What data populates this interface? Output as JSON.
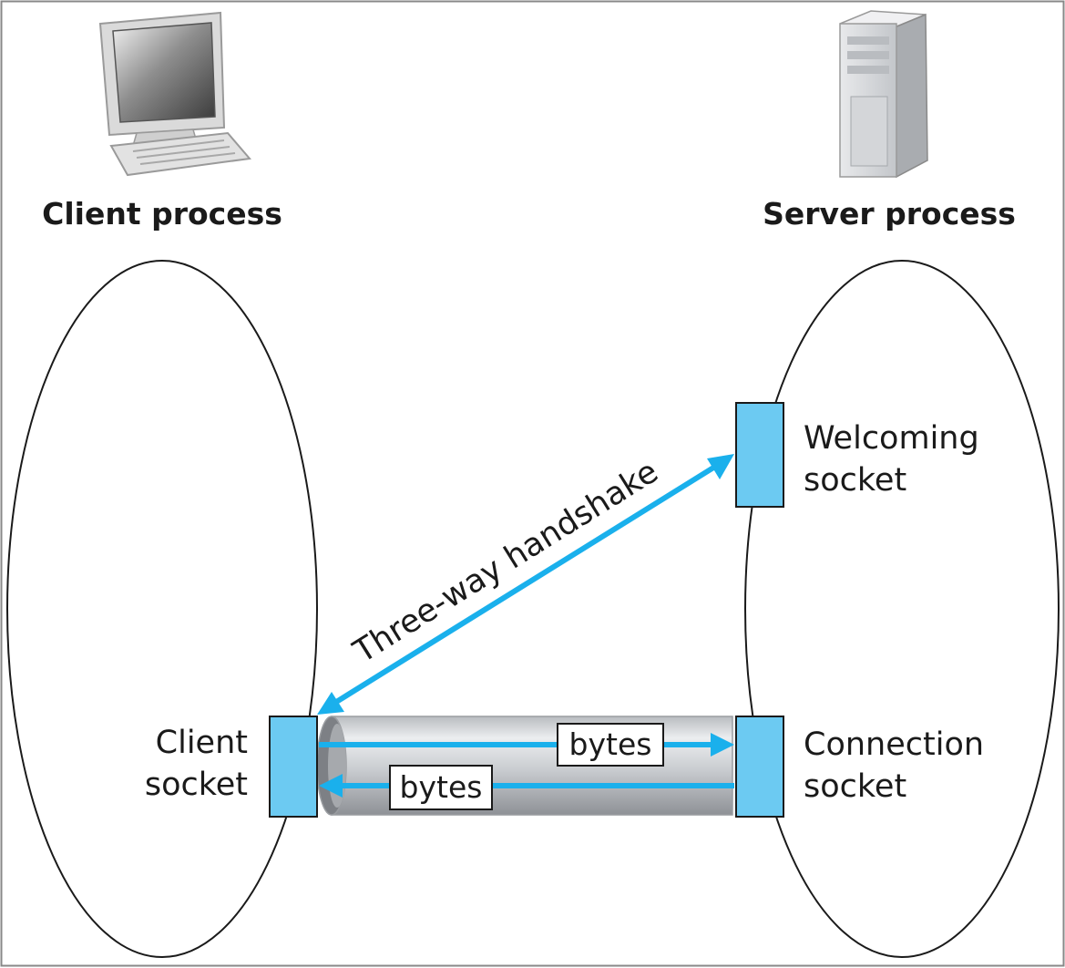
{
  "client": {
    "title": "Client process",
    "socket_line1": "Client",
    "socket_line2": "socket"
  },
  "server": {
    "title": "Server process",
    "welcoming_line1": "Welcoming",
    "welcoming_line2": "socket",
    "connection_line1": "Connection",
    "connection_line2": "socket"
  },
  "handshake": {
    "label": "Three-way handshake"
  },
  "pipe": {
    "forward_label": "bytes",
    "backward_label": "bytes"
  },
  "colors": {
    "accent": "#1ab0ec",
    "socket_fill": "#6ccaf2",
    "outline": "#1a1a1a"
  },
  "icons": {
    "client": "desktop-computer-icon",
    "server": "tower-server-icon"
  }
}
